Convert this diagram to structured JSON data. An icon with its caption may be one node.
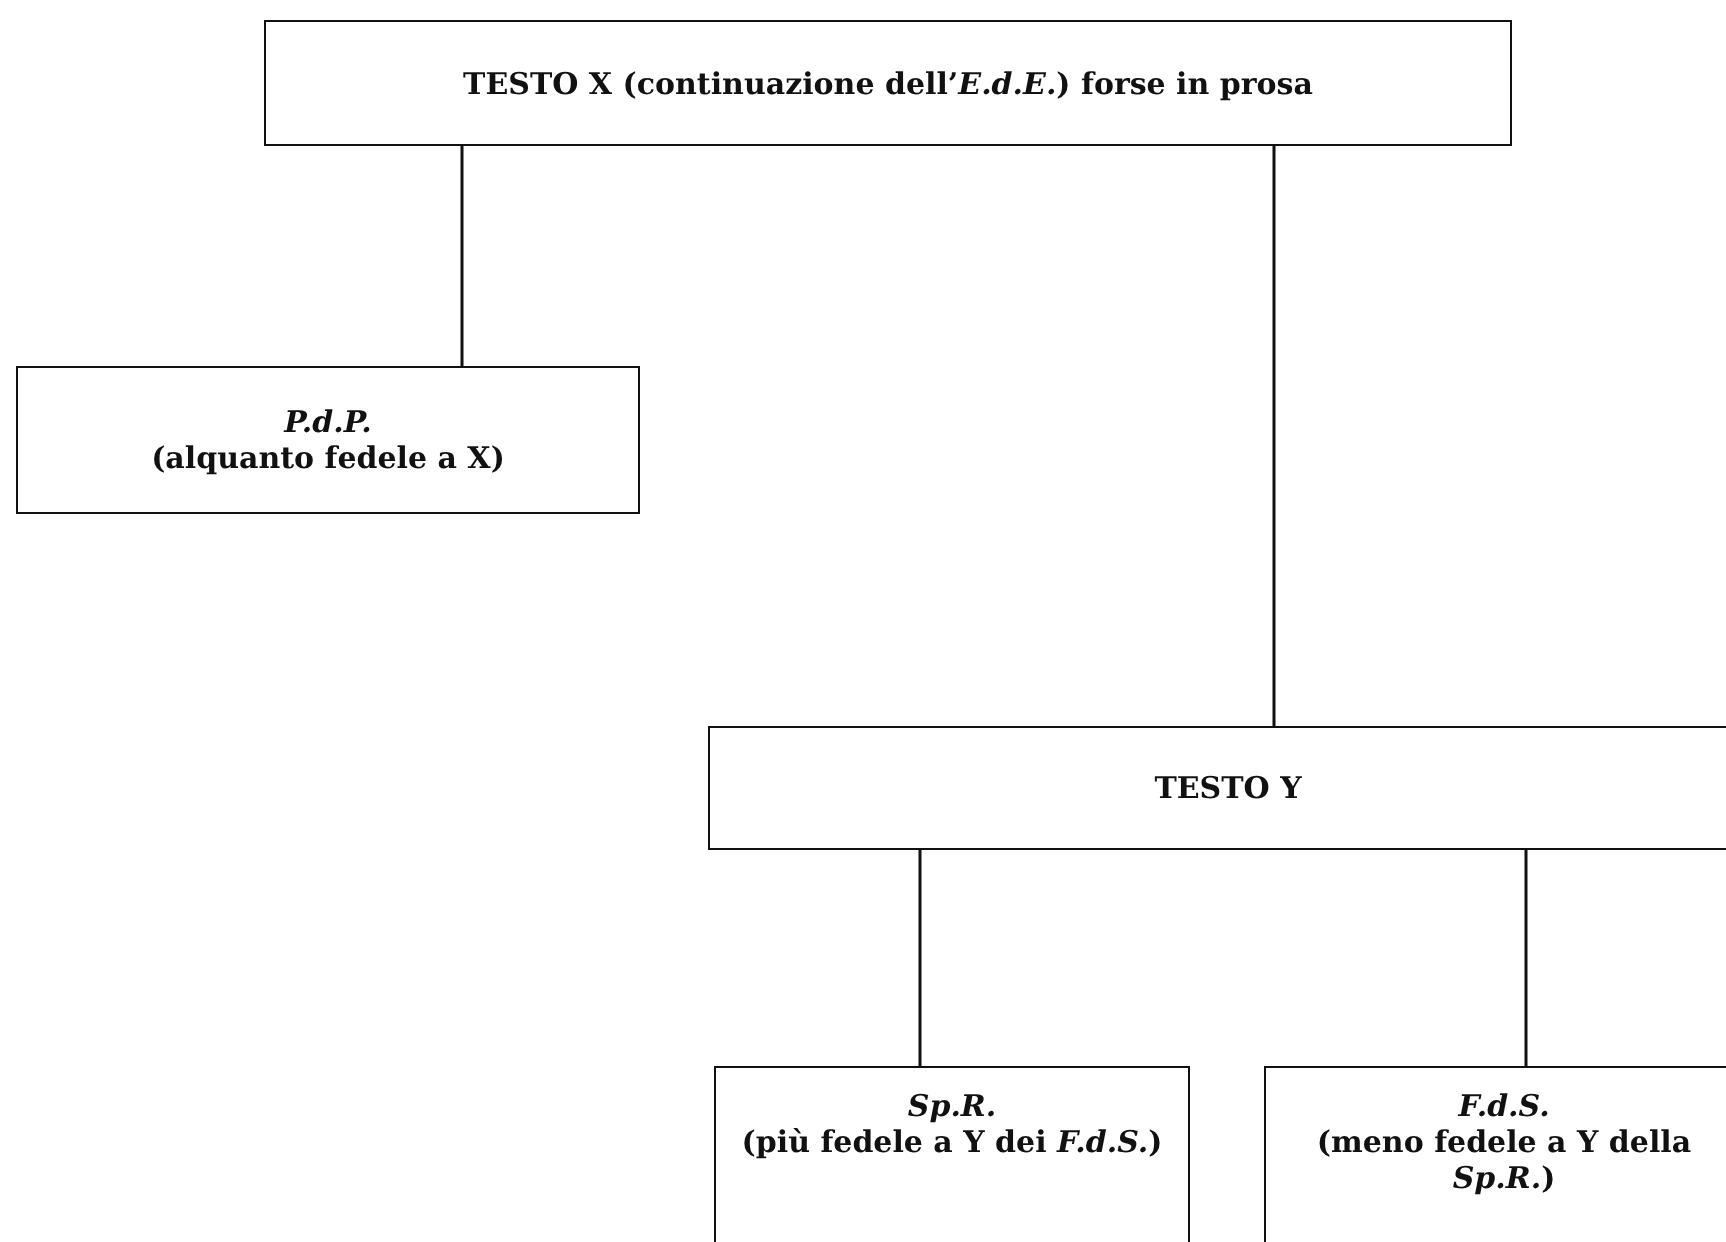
{
  "diagram": {
    "nodes": [
      {
        "text": [
          "TESTO X (continuazione dell’*E.d.E.*) forse in prosa"
        ]
      },
      {
        "text": [
          "P.d.P.",
          "(alquanto fedele a X)"
        ]
      },
      {
        "text": [
          "TESTO Y"
        ]
      },
      {
        "text": [
          "Sp.R.",
          "(più fedele a Y dei *F.d.S.*)"
        ]
      },
      {
        "text": [
          "F.d.S.",
          "(meno fedele a Y della *Sp.R.*)"
        ]
      }
    ],
    "edges": [
      {
        "from": 0,
        "to": 1,
        "arrow": "none"
      },
      {
        "from": 0,
        "to": 2,
        "arrow": "none"
      },
      {
        "from": 2,
        "to": 3,
        "arrow": "none"
      },
      {
        "from": 2,
        "to": 4,
        "arrow": "none"
      }
    ]
  }
}
